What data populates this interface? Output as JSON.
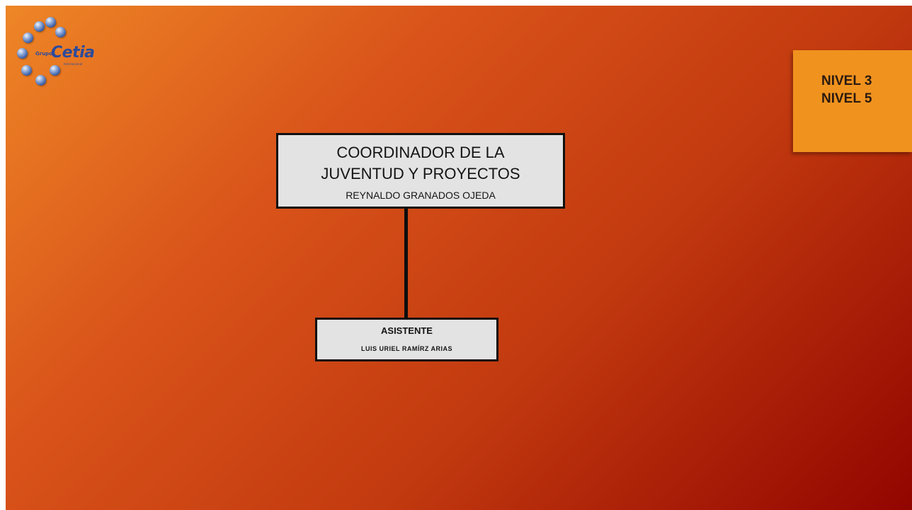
{
  "logo": {
    "brand": "Cetia",
    "prefix": "Grupo",
    "tagline": "Internacional",
    "color": "#2c4b9c"
  },
  "levels": {
    "line1": "NIVEL 3",
    "line2": "NIVEL 5",
    "color": "#f0921e"
  },
  "org_chart": {
    "top_node": {
      "title_line1": "COORDINADOR DE LA",
      "title_line2": "JUVENTUD Y PROYECTOS",
      "name": "REYNALDO GRANADOS OJEDA"
    },
    "child_node": {
      "role": "ASISTENTE",
      "name": "LUIS  URIEL  RAMÍRZ  ARIAS"
    }
  },
  "background": {
    "gradient_start": "#ee8626",
    "gradient_end": "#920500"
  }
}
